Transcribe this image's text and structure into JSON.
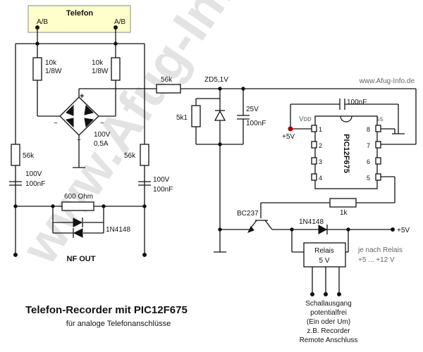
{
  "watermark": "www.Afug-Info.de",
  "site_credit": "www.Afug-Info.de",
  "telefon": {
    "header": "Telefon",
    "left_terminal": "A/B",
    "right_terminal": "A/B"
  },
  "resistors": {
    "r_left_top": [
      "10k",
      "1/8W"
    ],
    "r_right_top": [
      "10k",
      "1/8W"
    ],
    "r_series": "56k",
    "r_zener_par": "5k1",
    "r_left_low": "56k",
    "r_right_low": "56k",
    "r_600": "600 Ohm",
    "r_base": "1k"
  },
  "capacitors": {
    "c_left": [
      "100V",
      "100nF"
    ],
    "c_right": [
      "100V",
      "100nF"
    ],
    "c_zener": [
      "25V",
      "100nF"
    ],
    "c_pic": "100nF"
  },
  "bridge": {
    "rating": [
      "100V",
      "0,5A"
    ],
    "plus": "+",
    "minus": "−",
    "ac1": "~",
    "ac2": "~"
  },
  "zener": "ZD5,1V",
  "pic": {
    "part": "PIC12F675",
    "vdd": "Vᴅᴅ",
    "vss": "Vss",
    "supply": "+5V",
    "pins_left": [
      "1",
      "2",
      "3",
      "4"
    ],
    "pins_right": [
      "8",
      "7",
      "6",
      "5"
    ]
  },
  "diode_pair_label": "1N4148",
  "nf_out": "NF OUT",
  "transistor": "BC237",
  "relay_diode": "1N4148",
  "plus5v": "+5V",
  "relay": {
    "line1": "Relais",
    "line2": "5 V"
  },
  "relay_note": [
    "je nach Relais",
    "+5 ... +12 V"
  ],
  "output_note": [
    "Schallausgang",
    "potentialfrei",
    "(Ein oder Um)",
    "z.B. Recorder",
    "Remote Anschluss"
  ],
  "title": "Telefon-Recorder mit PIC12F675",
  "subtitle": "für analoge Telefonanschlüsse"
}
